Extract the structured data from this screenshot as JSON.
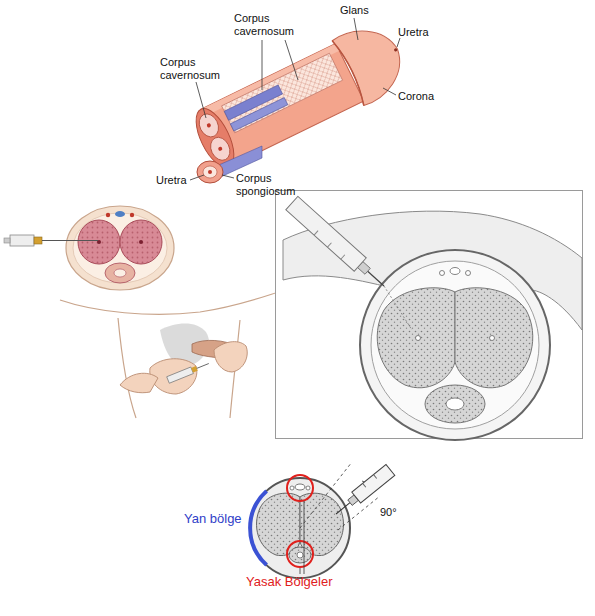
{
  "diagram": {
    "labels": [
      "Corpus cavernosum",
      "Glans",
      "Uretra",
      "Corpus cavernosum",
      "Corona",
      "Uretra",
      "Corpus spongiosum",
      "90°",
      "Yan bölge",
      "Yasak Bölgeler"
    ]
  }
}
